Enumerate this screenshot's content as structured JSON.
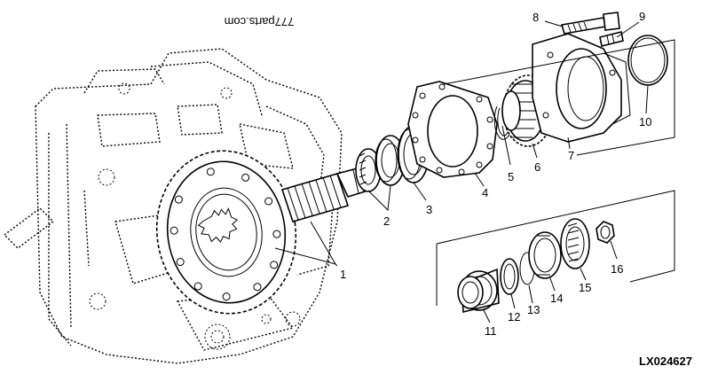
{
  "watermark": "777parts.com",
  "figure_code": "LX024627",
  "callouts": [
    {
      "id": "1",
      "text": "1"
    },
    {
      "id": "2",
      "text": "2"
    },
    {
      "id": "3",
      "text": "3"
    },
    {
      "id": "4",
      "text": "4"
    },
    {
      "id": "5",
      "text": "5"
    },
    {
      "id": "6",
      "text": "6"
    },
    {
      "id": "7",
      "text": "7"
    },
    {
      "id": "8",
      "text": "8"
    },
    {
      "id": "9",
      "text": "9"
    },
    {
      "id": "10",
      "text": "10"
    },
    {
      "id": "11",
      "text": "11"
    },
    {
      "id": "12",
      "text": "12"
    },
    {
      "id": "13",
      "text": "13"
    },
    {
      "id": "14",
      "text": "14"
    },
    {
      "id": "15",
      "text": "15"
    },
    {
      "id": "16",
      "text": "16"
    }
  ]
}
